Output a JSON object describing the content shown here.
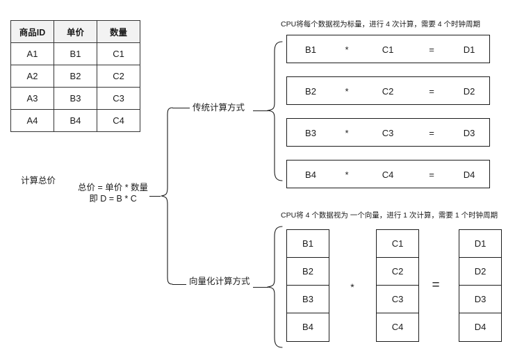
{
  "table": {
    "headers": [
      "商品ID",
      "单价",
      "数量"
    ],
    "rows": [
      [
        "A1",
        "B1",
        "C1"
      ],
      [
        "A2",
        "B2",
        "C2"
      ],
      [
        "A3",
        "B3",
        "C3"
      ],
      [
        "A4",
        "B4",
        "C4"
      ]
    ]
  },
  "left": {
    "calc_title": "计算总价",
    "formula_line1": "总价 = 单价 * 数量",
    "formula_line2": "即 D = B * C"
  },
  "branches": {
    "traditional_label": "传统计算方式",
    "vector_label": "向量化计算方式"
  },
  "scalar": {
    "caption": "CPU将每个数据视为标量，进行 4 次计算，需要 4 个时钟周期",
    "rows": [
      {
        "b": "B1",
        "mul": "*",
        "c": "C1",
        "eq": "=",
        "d": "D1"
      },
      {
        "b": "B2",
        "mul": "*",
        "c": "C2",
        "eq": "=",
        "d": "D2"
      },
      {
        "b": "B3",
        "mul": "*",
        "c": "C3",
        "eq": "=",
        "d": "D3"
      },
      {
        "b": "B4",
        "mul": "*",
        "c": "C4",
        "eq": "=",
        "d": "D4"
      }
    ]
  },
  "vector": {
    "caption": "CPU将 4 个数据视为 一个向量，进行 1 次计算，需要 1 个时钟周期",
    "operator_multiply": "*",
    "operator_equals": "=",
    "column_b": [
      "B1",
      "B2",
      "B3",
      "B4"
    ],
    "column_c": [
      "C1",
      "C2",
      "C3",
      "C4"
    ],
    "column_d": [
      "D1",
      "D2",
      "D3",
      "D4"
    ]
  },
  "colors": {
    "stroke": "#1a1a1a",
    "header_fill": "#f2f2f2",
    "background": "#ffffff"
  }
}
